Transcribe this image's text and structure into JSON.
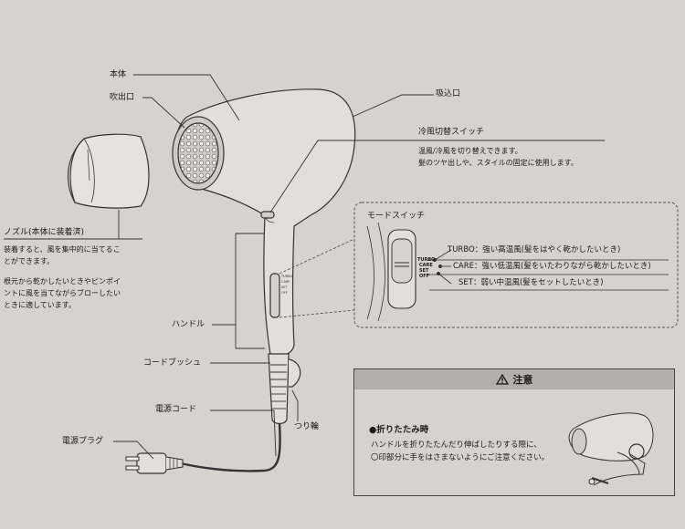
{
  "labels": {
    "body": "本体",
    "outlet": "吹出口",
    "intake": "吸込口",
    "cool_switch": "冷風切替スイッチ",
    "nozzle": "ノズル(本体に装着済)",
    "handle": "ハンドル",
    "cord_bush": "コードブッシュ",
    "cord": "電源コード",
    "plug": "電源プラグ",
    "hang_ring": "つり輪",
    "mode_switch": "モードスイッチ"
  },
  "descriptions": {
    "cool_switch": [
      "温風/冷風を切り替えできます。",
      "髪のツヤ出しや、スタイルの固定に使用します。"
    ],
    "nozzle_1": [
      "装着すると、風を集中的に当てるこ",
      "とができます。"
    ],
    "nozzle_2": [
      "根元から乾かしたいときやピンポイ",
      "ントに風を当てながらブローしたい",
      "ときに適しています。"
    ]
  },
  "modes": [
    {
      "name": "TURBO",
      "text": "TURBO：強い高温風(髪をはやく乾かしたいとき)"
    },
    {
      "name": "CARE",
      "text": "CARE：強い低温風(髪をいたわりながら乾かしたいとき)"
    },
    {
      "name": "SET",
      "text": "SET：弱い中温風(髪をセットしたいとき)"
    }
  ],
  "switch_marks": [
    "TURBO",
    "CARE",
    "SET",
    "OFF"
  ],
  "caution": {
    "title": "注意",
    "heading": "●折りたたみ時",
    "lines": [
      "ハンドルを折りたたんだり伸ばしたりする際に、",
      "〇印部分に手をはさまないようにご注意ください。"
    ]
  },
  "colors": {
    "background": "#d6d3cf",
    "line": "#333333",
    "panel": "#b3b0ac"
  }
}
